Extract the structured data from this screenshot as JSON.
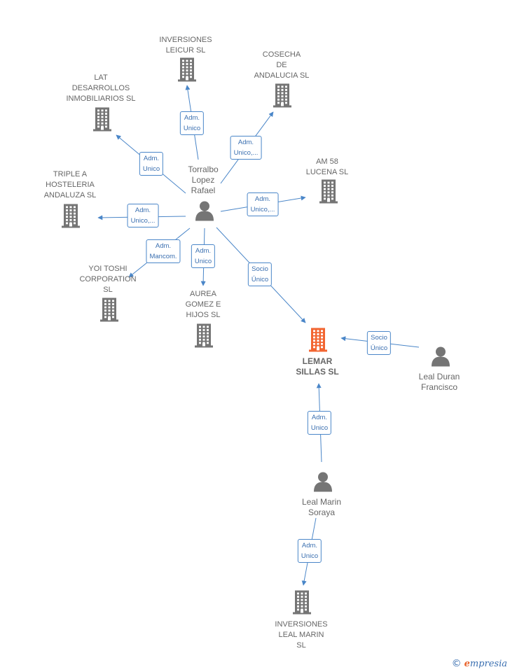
{
  "colors": {
    "edge": "#4a86c8",
    "company": "#757575",
    "focus_company": "#f26531",
    "person": "#757575"
  },
  "nodes": [
    {
      "id": "inversiones_leicur",
      "type": "company",
      "label": "INVERSIONES\nLEICUR SL"
    },
    {
      "id": "cosecha",
      "type": "company",
      "label": "COSECHA\nDE\nANDALUCIA  SL"
    },
    {
      "id": "lat",
      "type": "company",
      "label": "LAT\nDESARROLLOS\nINMOBILIARIOS SL"
    },
    {
      "id": "am58",
      "type": "company",
      "label": "AM 58\nLUCENA SL"
    },
    {
      "id": "triple_a",
      "type": "company",
      "label": "TRIPLE A\nHOSTELERIA\nANDALUZA  SL"
    },
    {
      "id": "torralbo",
      "type": "person",
      "label": "Torralbo\nLopez\nRafael"
    },
    {
      "id": "yoi_toshi",
      "type": "company",
      "label": "YOI TOSHI\nCORPORATION\nSL"
    },
    {
      "id": "aurea",
      "type": "company",
      "label": "AUREA\nGOMEZ E\nHIJOS SL"
    },
    {
      "id": "lemar",
      "type": "focus",
      "label": "LEMAR\nSILLAS  SL"
    },
    {
      "id": "leal_duran",
      "type": "person",
      "label": "Leal Duran\nFrancisco"
    },
    {
      "id": "leal_marin",
      "type": "person",
      "label": "Leal Marin\nSoraya"
    },
    {
      "id": "inversiones_leal",
      "type": "company",
      "label": "INVERSIONES\nLEAL MARIN\nSL"
    }
  ],
  "edges": [
    {
      "from": "torralbo",
      "to": "inversiones_leicur",
      "label": "Adm.\nUnico"
    },
    {
      "from": "torralbo",
      "to": "cosecha",
      "label": "Adm.\nUnico,..."
    },
    {
      "from": "torralbo",
      "to": "lat",
      "label": "Adm.\nUnico"
    },
    {
      "from": "torralbo",
      "to": "am58",
      "label": "Adm.\nUnico,..."
    },
    {
      "from": "torralbo",
      "to": "triple_a",
      "label": "Adm.\nUnico,..."
    },
    {
      "from": "torralbo",
      "to": "yoi_toshi",
      "label": "Adm.\nMancom."
    },
    {
      "from": "torralbo",
      "to": "aurea",
      "label": "Adm.\nUnico"
    },
    {
      "from": "torralbo",
      "to": "lemar",
      "label": "Socio\nÚnico"
    },
    {
      "from": "leal_duran",
      "to": "lemar",
      "label": "Socio\nÚnico"
    },
    {
      "from": "leal_marin",
      "to": "lemar",
      "label": "Adm.\nUnico"
    },
    {
      "from": "leal_marin",
      "to": "inversiones_leal",
      "label": "Adm.\nUnico"
    }
  ],
  "watermark": {
    "copyright": "©",
    "brand_initial": "e",
    "brand_rest": "mpresia"
  }
}
